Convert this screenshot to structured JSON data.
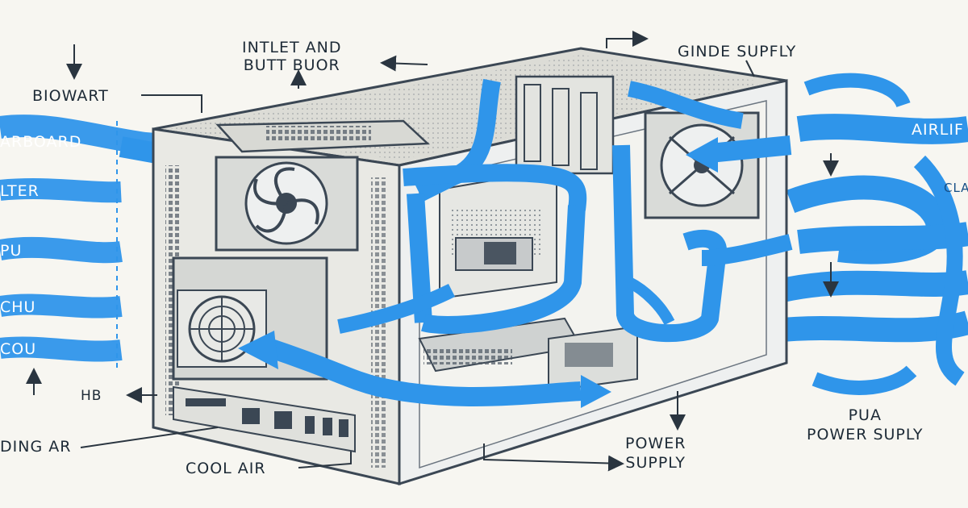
{
  "labels": {
    "top_center": "INTLET AND\nBUTT BUOR",
    "top_right": "GINDE SUPFLY",
    "left_1": "BIOWART",
    "left_hb": "HB",
    "left_bottom": "DING AR",
    "bottom_center": "COOL AIR",
    "bottom_power": "POWER\nSUPPLY",
    "right_pua": "PUA\nPOWER SUPLY"
  },
  "band_labels": {
    "b1": "ARBOARD",
    "b2": "LTER",
    "b3": "PU",
    "b4": "CHU",
    "b5": "COU",
    "right_top": "AIRLIF",
    "right_cla": "CLA"
  },
  "colors": {
    "airflow": "#2f95ea",
    "airflow_dark": "#1c6fc4",
    "case_line": "#3b4754",
    "case_fill": "#e9e9e4",
    "background": "#f7f6f1"
  }
}
